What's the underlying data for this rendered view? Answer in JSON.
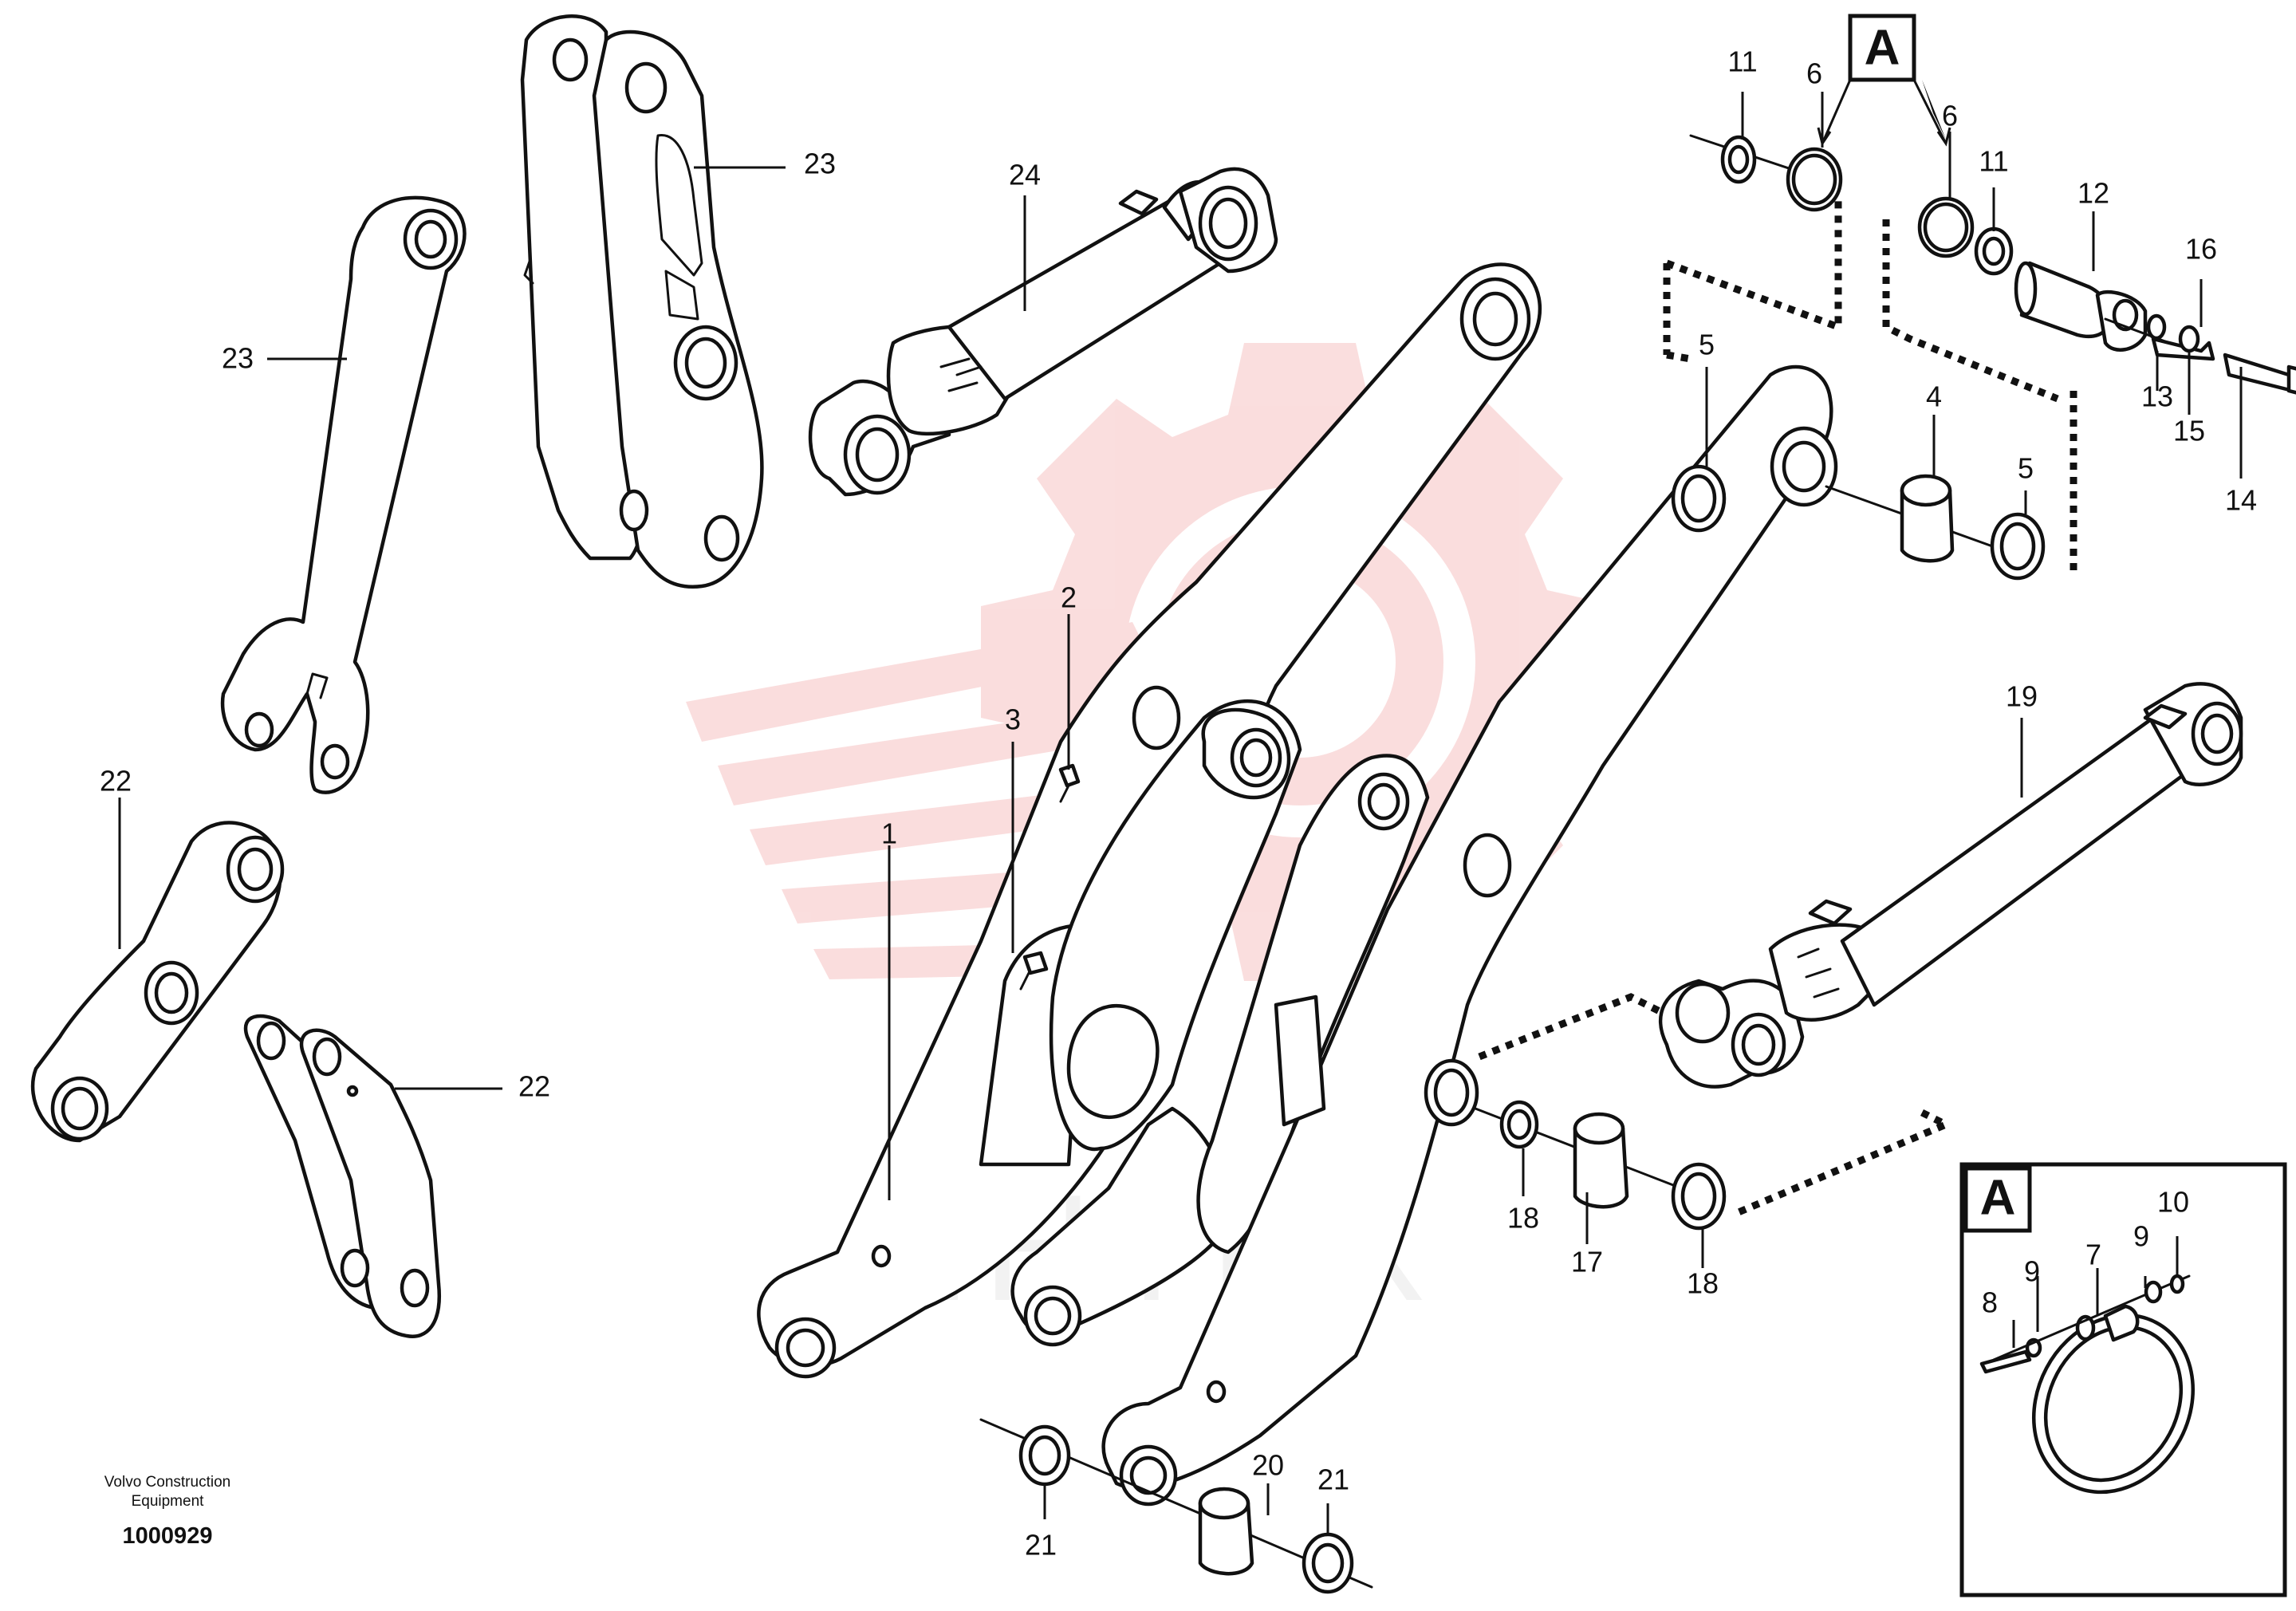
{
  "watermark": {
    "text": "ИНТЕХ",
    "color": "#f6c3c3"
  },
  "callouts": [
    {
      "id": "c1",
      "label": "1"
    },
    {
      "id": "c2",
      "label": "2"
    },
    {
      "id": "c3",
      "label": "3"
    },
    {
      "id": "c4",
      "label": "4"
    },
    {
      "id": "c5a",
      "label": "5"
    },
    {
      "id": "c5b",
      "label": "5"
    },
    {
      "id": "c6a",
      "label": "6"
    },
    {
      "id": "c6b",
      "label": "6"
    },
    {
      "id": "c11a",
      "label": "11"
    },
    {
      "id": "c11b",
      "label": "11"
    },
    {
      "id": "c12",
      "label": "12"
    },
    {
      "id": "c13",
      "label": "13"
    },
    {
      "id": "c14",
      "label": "14"
    },
    {
      "id": "c15",
      "label": "15"
    },
    {
      "id": "c16",
      "label": "16"
    },
    {
      "id": "c17",
      "label": "17"
    },
    {
      "id": "c18a",
      "label": "18"
    },
    {
      "id": "c18b",
      "label": "18"
    },
    {
      "id": "c19",
      "label": "19"
    },
    {
      "id": "c20",
      "label": "20"
    },
    {
      "id": "c21a",
      "label": "21"
    },
    {
      "id": "c21b",
      "label": "21"
    },
    {
      "id": "c22a",
      "label": "22"
    },
    {
      "id": "c22b",
      "label": "22"
    },
    {
      "id": "c23a",
      "label": "23"
    },
    {
      "id": "c23b",
      "label": "23"
    },
    {
      "id": "c24",
      "label": "24"
    },
    {
      "id": "c7",
      "label": "7"
    },
    {
      "id": "c8",
      "label": "8"
    },
    {
      "id": "c9a",
      "label": "9"
    },
    {
      "id": "c9b",
      "label": "9"
    },
    {
      "id": "c10",
      "label": "10"
    }
  ],
  "detail_marker": "A",
  "detail_box_label": "A",
  "footer": {
    "company_line1": "Volvo Construction",
    "company_line2": "Equipment",
    "drawing_number": "1000929"
  }
}
